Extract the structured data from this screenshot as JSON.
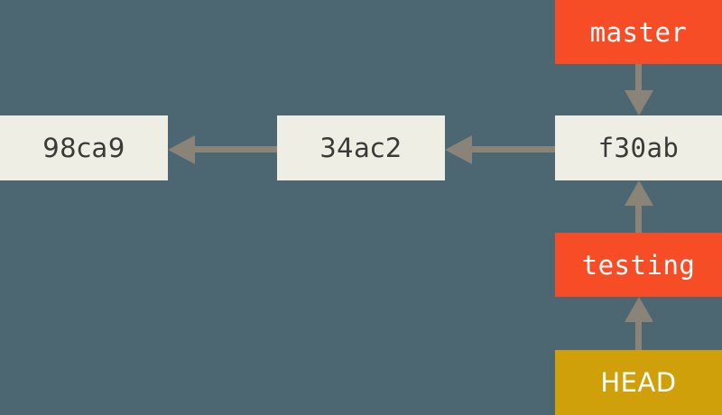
{
  "diagram": {
    "title": "git-branch-pointers",
    "background_color": "#4c6672",
    "commit_box_color": "#efeee4",
    "commit_text_color": "#3a3a38",
    "branch_box_color": "#f74d27",
    "branch_text_color": "#ffffff",
    "head_box_color": "#cfa00a",
    "head_text_color": "#ffffff",
    "arrow_color": "#8a8378"
  },
  "commits": [
    {
      "id": "98ca9",
      "label": "98ca9"
    },
    {
      "id": "34ac2",
      "label": "34ac2"
    },
    {
      "id": "f30ab",
      "label": "f30ab"
    }
  ],
  "branches": [
    {
      "id": "master",
      "label": "master"
    },
    {
      "id": "testing",
      "label": "testing"
    }
  ],
  "head": {
    "id": "HEAD",
    "label": "HEAD"
  },
  "arrows": [
    {
      "id": "34ac2-to-98ca9",
      "from": "34ac2",
      "to": "98ca9",
      "direction": "left"
    },
    {
      "id": "f30ab-to-34ac2",
      "from": "f30ab",
      "to": "34ac2",
      "direction": "left"
    },
    {
      "id": "master-to-f30ab",
      "from": "master",
      "to": "f30ab",
      "direction": "down"
    },
    {
      "id": "testing-to-f30ab",
      "from": "testing",
      "to": "f30ab",
      "direction": "up"
    },
    {
      "id": "head-to-testing",
      "from": "HEAD",
      "to": "testing",
      "direction": "up"
    }
  ]
}
